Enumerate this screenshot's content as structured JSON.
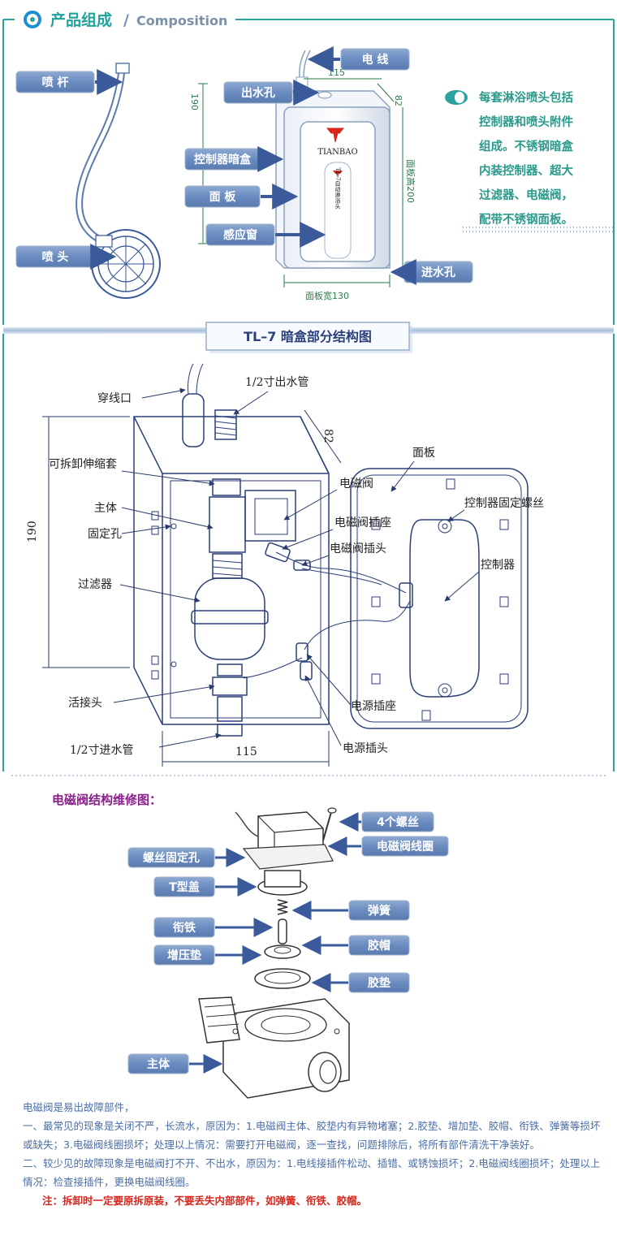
{
  "header": {
    "title_cn": "产品组成",
    "separator": "/",
    "title_en": "Composition"
  },
  "section1": {
    "labels": {
      "spray_rod": "喷 杆",
      "spray_head": "喷 头",
      "wire": "电 线",
      "water_outlet": "出水孔",
      "controller_box": "控制器暗盒",
      "panel": "面 板",
      "sensor_window": "感应窗",
      "water_inlet": "进水孔"
    },
    "dims": {
      "top_width": "115",
      "depth": "82",
      "height": "190",
      "panel_height": "面板高200",
      "panel_width": "面板宽130"
    },
    "brand": "TIANBAO",
    "product_vertical": "TL-7自动淋浴头",
    "description_lines": [
      "每套淋浴喷头包括",
      "控制器和喷头附件",
      "组成。不锈钢暗盒",
      "内装控制器、超大",
      "过滤器、电磁阀，",
      "配带不锈钢面板。"
    ]
  },
  "section2": {
    "title": "TL–7 暗盒部分结构图",
    "labels": {
      "wire_port": "穿线口",
      "outlet_pipe": "1/2寸出水管",
      "sleeve": "可拆卸伸缩套",
      "body": "主体",
      "fix_hole": "固定孔",
      "filter": "过滤器",
      "union": "活接头",
      "inlet_pipe": "1/2寸进水管",
      "panel": "面板",
      "solenoid": "电磁阀",
      "solenoid_socket": "电磁阀插座",
      "solenoid_plug": "电磁阀插头",
      "controller_screw": "控制器固定螺丝",
      "controller": "控制器",
      "power_socket": "电源插座",
      "power_plug": "电源插头"
    },
    "dims": {
      "depth": "82",
      "height": "190",
      "width": "115"
    }
  },
  "section3": {
    "title": "电磁阀结构维修图：",
    "labels": {
      "screws": "4个螺丝",
      "coil": "电磁阀线圈",
      "screw_hole": "螺丝固定孔",
      "t_cover": "T型盖",
      "spring": "弹簧",
      "armature": "衔铁",
      "rubber_cap": "胶帽",
      "pressure_pad": "增压垫",
      "gasket": "胶垫",
      "body": "主体"
    }
  },
  "notes": {
    "lines": [
      "电磁阀是易出故障部件，",
      "一、最常见的现象是关闭不严，长流水，原因为：1.电磁阀主体、胶垫内有异物堵塞；2.胶垫、增加垫、胶帽、衔铁、弹簧等损坏或缺失；3.电磁阀线圈损坏；处理以上情况：需要打开电磁阀，逐一查找，问题排除后，将所有部件清洗干净装好。",
      "二、较少见的故障现象是电磁阀打不开、不出水，原因为：1.电线接插件松动、插错、或锈蚀损坏；2.电磁阀线圈损坏；处理以上情况：检查接插件，更换电磁阀线圈。"
    ],
    "warning": "注：拆卸时一定要原拆原装，不要丢失内部部件，如弹簧、衔铁、胶帽。"
  },
  "colors": {
    "accent_teal": "#2aa3a0",
    "header_title": "#1fa39a",
    "button_blue": "#6f8fbf",
    "notes_blue": "#4a6ea8",
    "warning_red": "#d8261c",
    "section3_title": "#8b1f8b"
  }
}
